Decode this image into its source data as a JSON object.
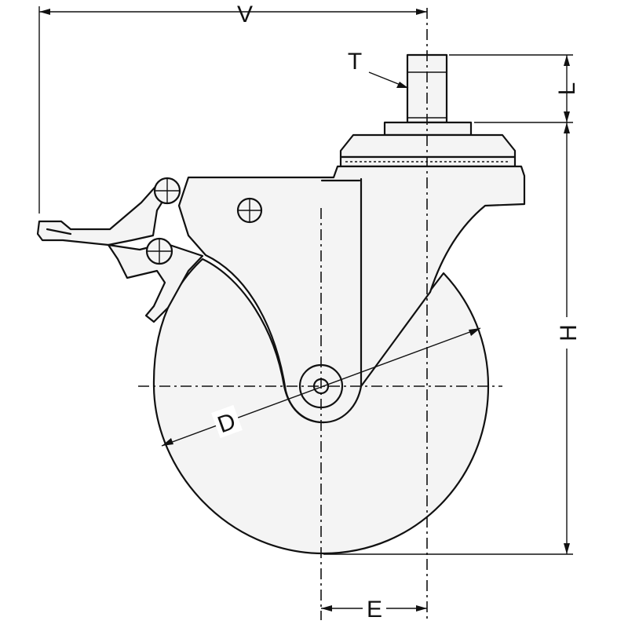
{
  "diagram": {
    "labels": {
      "v": "V",
      "t": "T",
      "l": "L",
      "h": "H",
      "d": "D",
      "e": "E"
    },
    "colors": {
      "line": "#111111",
      "fill": "#f4f4f4",
      "background": "#ffffff"
    }
  }
}
